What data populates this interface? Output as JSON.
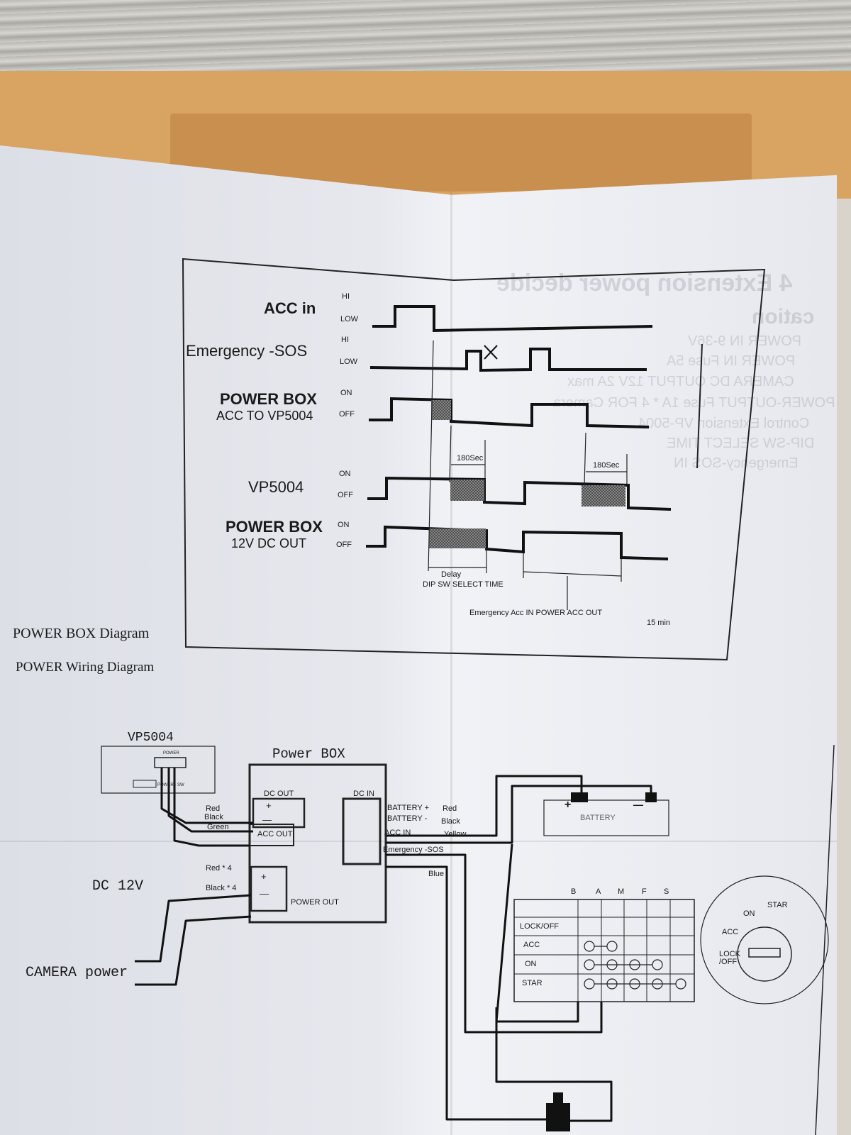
{
  "timing_diagram": {
    "signals": [
      {
        "name": "ACC in",
        "hi": "HI",
        "low": "LOW"
      },
      {
        "name": "Emergency -SOS",
        "hi": "HI",
        "low": "LOW"
      },
      {
        "name": "POWER BOX",
        "sub": "ACC TO VP5004",
        "on": "ON",
        "off": "OFF"
      },
      {
        "name": "VP5004",
        "on": "ON",
        "off": "OFF"
      },
      {
        "name": "POWER BOX",
        "sub": "12V DC OUT",
        "on": "ON",
        "off": "OFF"
      }
    ],
    "delay_label_1": "180Sec",
    "delay_label_2": "180Sec",
    "delay_caption_line1": "Delay",
    "delay_caption_line2": "DIP SW SELECT TIME",
    "footer_note": "Emergency  Acc IN POWER ACC OUT",
    "footer_time": "15 min",
    "cross_mark": "X"
  },
  "captions": {
    "power_box_diagram": "POWER BOX Diagram",
    "wiring_diagram": "POWER Wiring Diagram"
  },
  "wiring": {
    "vp5004": "VP5004",
    "vp_power": "POWER",
    "vp_power_sw": "POWER - SW",
    "power_box_title": "Power BOX",
    "dc_out": "DC OUT",
    "dc_in": "DC IN",
    "acc_out": "ACC OUT",
    "power_out": "POWER OUT",
    "plus": "+",
    "minus": "—",
    "battery_plus": "BATTERY +",
    "battery_minus": "BATTERY -",
    "acc_in": "ACC IN",
    "emergency_sos": "Emergency -SOS",
    "wire_red": "Red",
    "wire_black": "Black",
    "wire_yellow": "Yellow",
    "wire_blue": "Blue",
    "wire_green": "Green",
    "wire_red4": "Red * 4",
    "wire_black4": "Black * 4",
    "dc12v": "DC 12V",
    "camera_power": "CAMERA power",
    "battery": "BATTERY",
    "battery_plus_sign": "+",
    "battery_minus_sign": "—"
  },
  "switch_table": {
    "columns": [
      "B",
      "A",
      "M",
      "F",
      "S"
    ],
    "rows": [
      "LOCK/OFF",
      "ACC",
      "ON",
      "STAR"
    ]
  },
  "ignition": {
    "on": "ON",
    "star": "STAR",
    "acc": "ACC",
    "lock_off": "LOCK /OFF"
  },
  "ghost_text": [
    "4 Extension power decide",
    "cation",
    "POWER IN 9-36V",
    "POWER IN Fuse 5A",
    "CAMERA DC OUTPUT 12V 2A max",
    "POWER-OUTPUT Fuse 1A * 4 FOR Camera",
    "Control Extension VP-5004",
    "DIP-SW SELECT TIME",
    "Emergency-SOS IN"
  ],
  "colors": {
    "ink": "#1a1a1a",
    "hatch": "#555555",
    "paper": "#e8e9ef"
  }
}
